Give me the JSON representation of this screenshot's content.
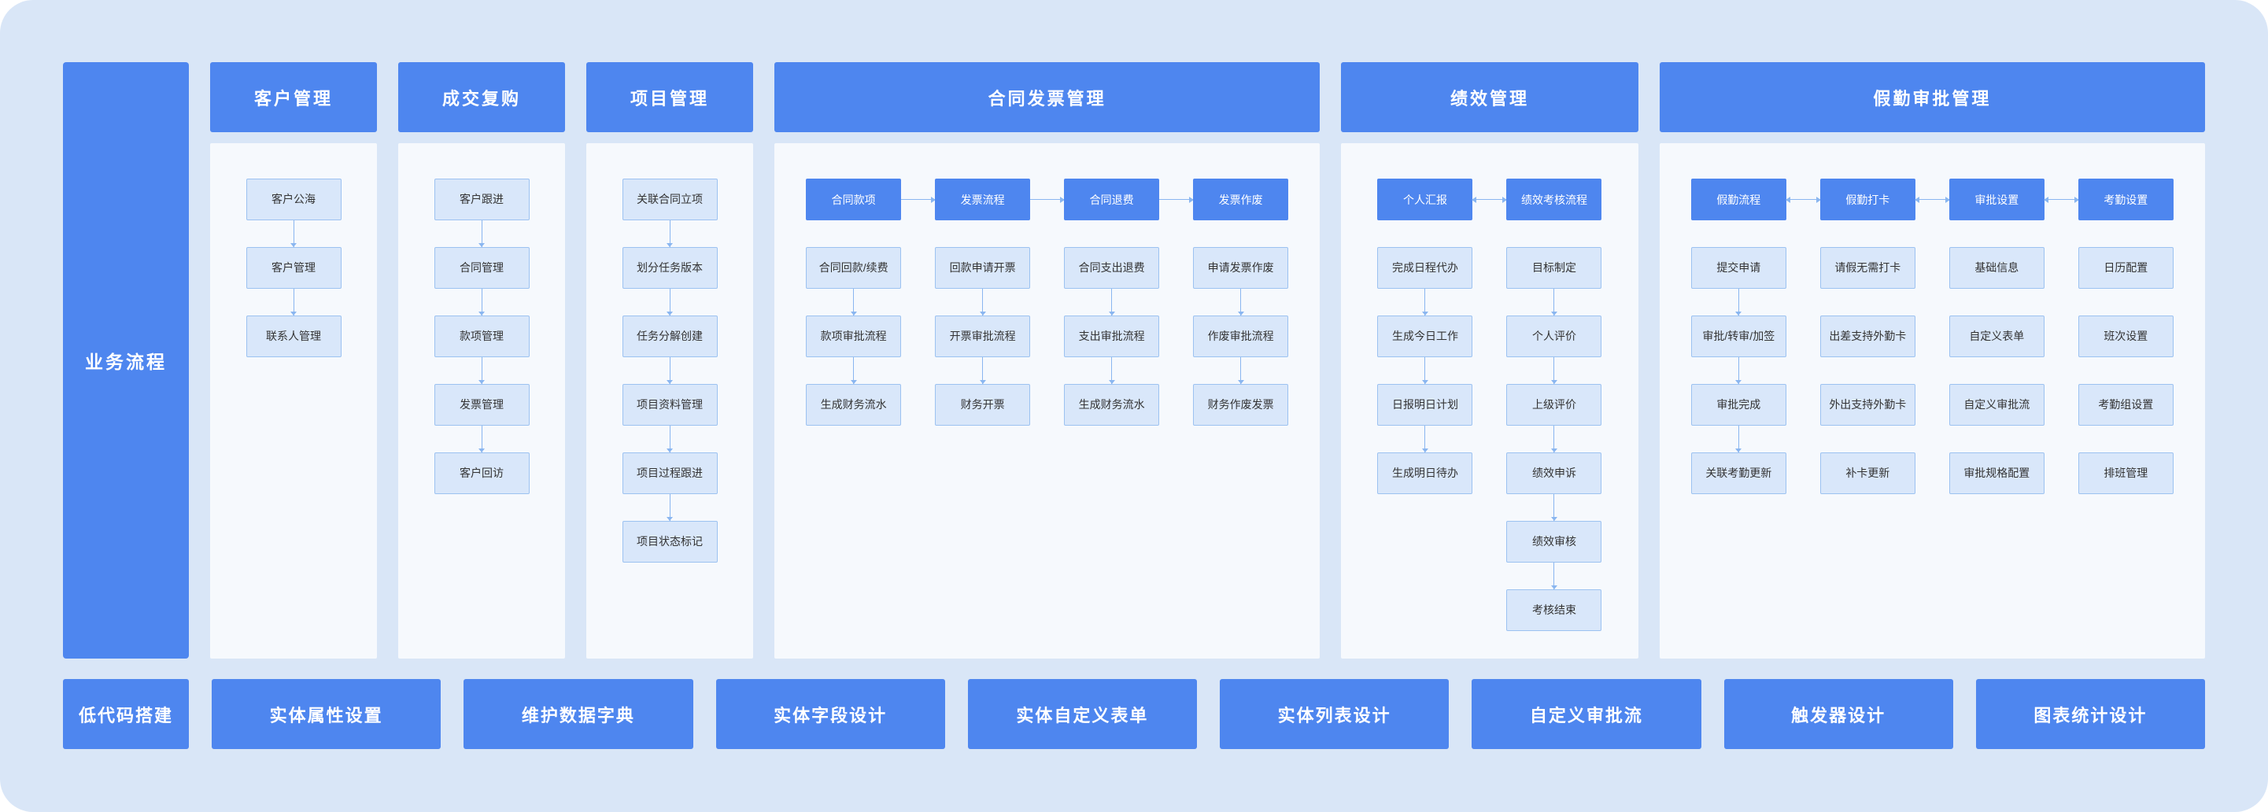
{
  "colors": {
    "background": "#d9e6f7",
    "accent_blue": "#4e86ef",
    "panel": "#f6f9fd",
    "node_fill": "#d9e7fa",
    "node_border": "#9cc2f1",
    "connector": "#8ab6f0",
    "node_text": "#333333",
    "header_text": "#ffffff"
  },
  "sidebar": {
    "label": "业务流程"
  },
  "sections": [
    {
      "title": "客户管理",
      "flows": [
        {
          "boxes": [
            "客户公海",
            "客户管理",
            "联系人管理"
          ]
        }
      ]
    },
    {
      "title": "成交复购",
      "flows": [
        {
          "boxes": [
            "客户跟进",
            "合同管理",
            "款项管理",
            "发票管理",
            "客户回访"
          ]
        }
      ]
    },
    {
      "title": "项目管理",
      "flows": [
        {
          "boxes": [
            "关联合同立项",
            "划分任务版本",
            "任务分解创建",
            "项目资料管理",
            "项目过程跟进",
            "项目状态标记"
          ]
        }
      ]
    },
    {
      "title": "合同发票管理",
      "flows": [
        {
          "header": "合同款项",
          "boxes": [
            "合同回款/续费",
            "款项审批流程",
            "生成财务流水"
          ]
        },
        {
          "header": "发票流程",
          "boxes": [
            "回款申请开票",
            "开票审批流程",
            "财务开票"
          ]
        },
        {
          "header": "合同退费",
          "boxes": [
            "合同支出退费",
            "支出审批流程",
            "生成财务流水"
          ]
        },
        {
          "header": "发票作废",
          "boxes": [
            "申请发票作废",
            "作废审批流程",
            "财务作废发票"
          ]
        }
      ]
    },
    {
      "title": "绩效管理",
      "flows": [
        {
          "header": "个人汇报",
          "boxes": [
            "完成日程代办",
            "生成今日工作",
            "日报明日计划",
            "生成明日待办"
          ]
        },
        {
          "header": "绩效考核流程",
          "boxes": [
            "目标制定",
            "个人评价",
            "上级评价",
            "绩效申诉",
            "绩效审核",
            "考核结束"
          ]
        }
      ]
    },
    {
      "title": "假勤审批管理",
      "flows": [
        {
          "header": "假勤流程",
          "boxes": [
            "提交申请",
            "审批/转审/加签",
            "审批完成",
            "关联考勤更新"
          ]
        },
        {
          "header": "假勤打卡",
          "boxes": [
            "请假无需打卡",
            "出差支持外勤卡",
            "外出支持外勤卡",
            "补卡更新"
          ]
        },
        {
          "header": "审批设置",
          "boxes": [
            "基础信息",
            "自定义表单",
            "自定义审批流",
            "审批规格配置"
          ]
        },
        {
          "header": "考勤设置",
          "boxes": [
            "日历配置",
            "班次设置",
            "考勤组设置",
            "排班管理"
          ]
        }
      ]
    }
  ],
  "bottom_row": [
    "低代码搭建",
    "实体属性设置",
    "维护数据字典",
    "实体字段设计",
    "实体自定义表单",
    "实体列表设计",
    "自定义审批流",
    "触发器设计",
    "图表统计设计"
  ]
}
